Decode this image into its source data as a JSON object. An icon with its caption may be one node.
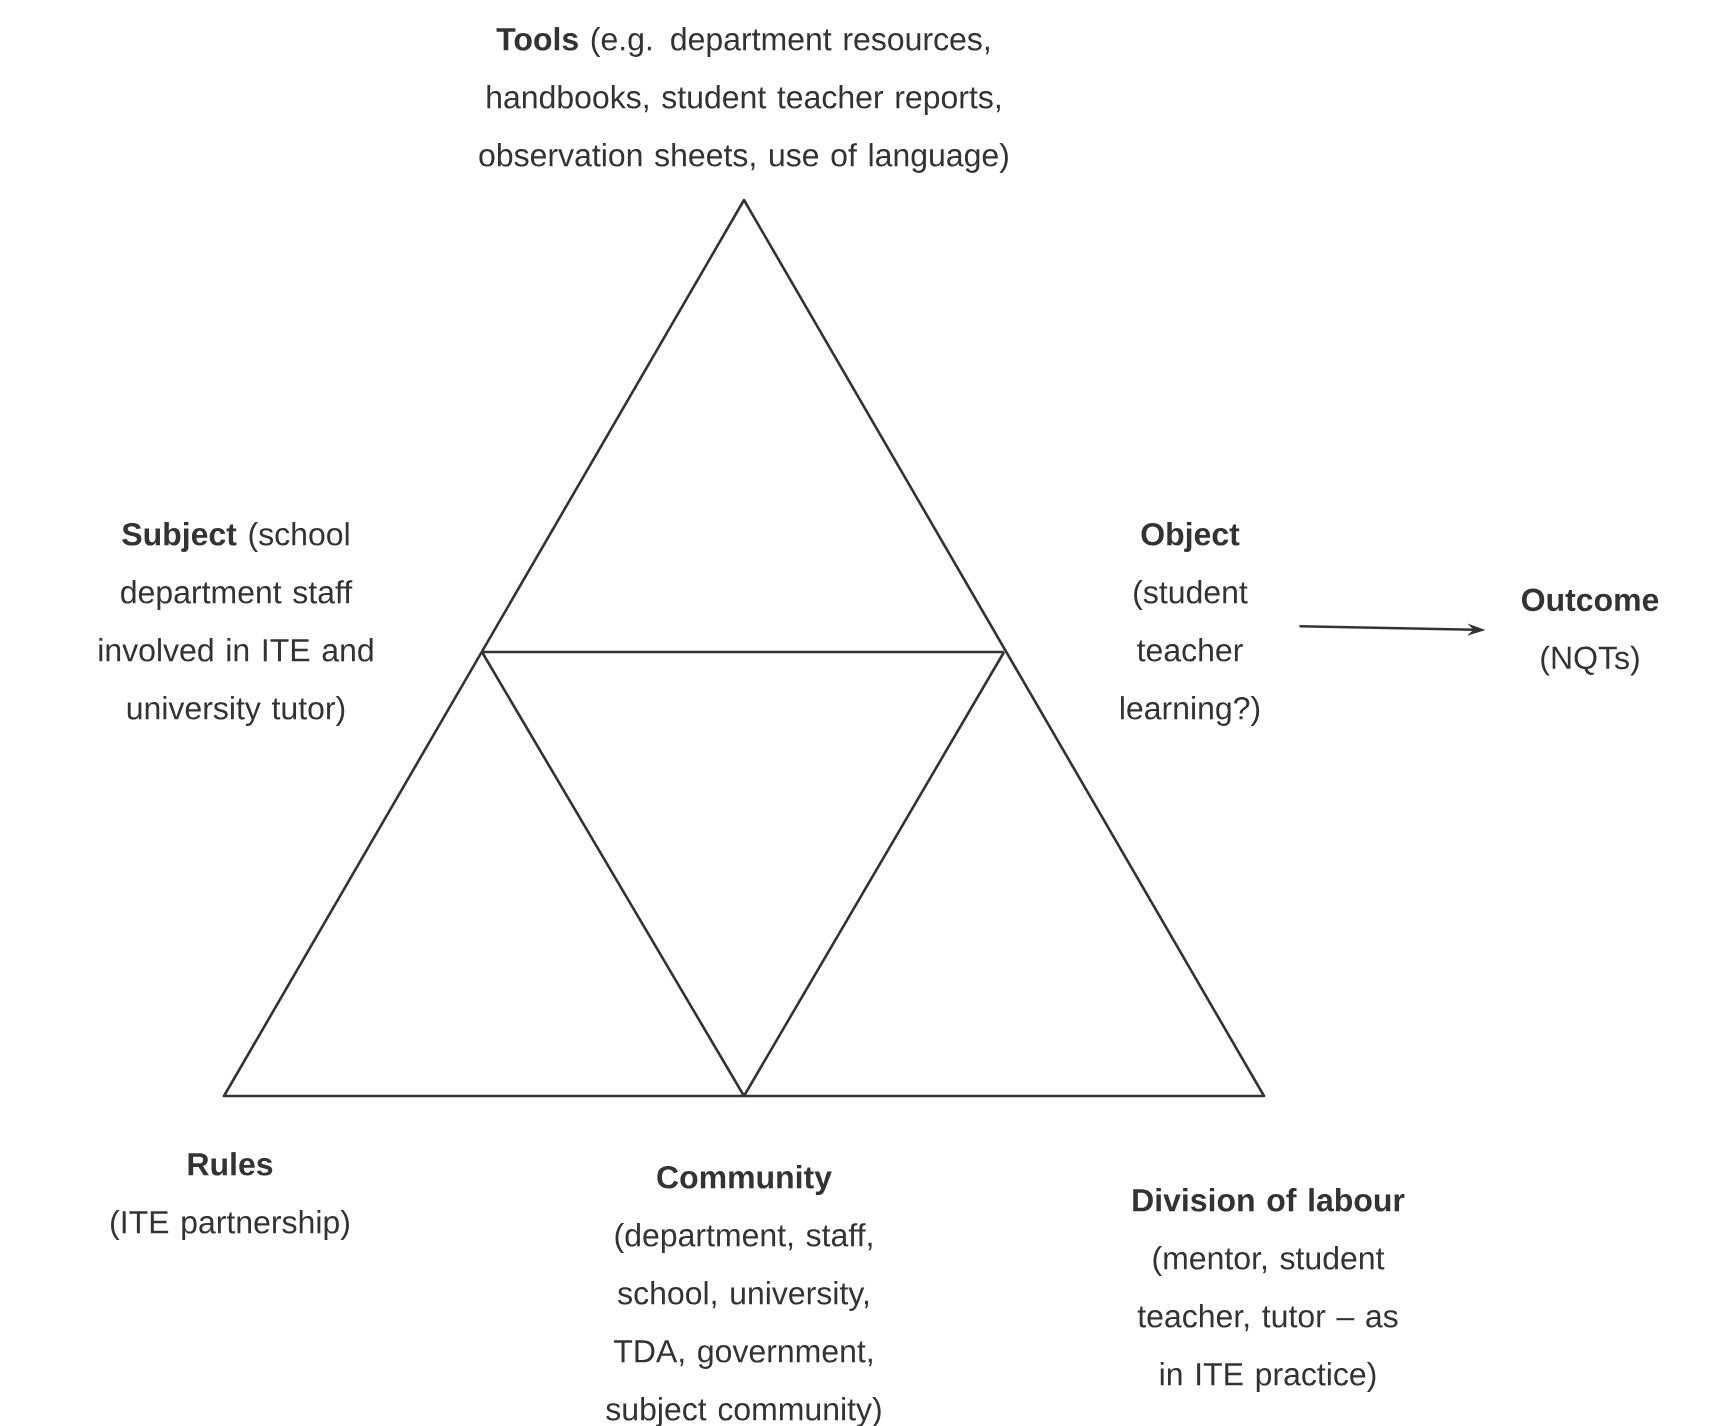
{
  "diagram": {
    "nodes": [
      {
        "text": [
          "**Tools** (e.g. department resources, handbooks, student teacher reports, observation sheets, use of language)"
        ]
      },
      {
        "text": [
          "**Subject** (school department staff involved in ITE and university tutor)"
        ]
      },
      {
        "text": [
          "Object",
          "(student teacher learning?)"
        ]
      },
      {
        "text": [
          "Outcome",
          "(NQTs)"
        ]
      },
      {
        "text": [
          "Rules",
          "(ITE partnership)"
        ]
      },
      {
        "text": [
          "Community",
          "(department, staff, school, university, TDA, government, subject community)"
        ]
      },
      {
        "text": [
          "Division of labour",
          "(mentor, student teacher, tutor – as in ITE practice)"
        ]
      }
    ],
    "edges": [
      {
        "from": 2,
        "to": 3,
        "arrow": "to"
      }
    ]
  }
}
